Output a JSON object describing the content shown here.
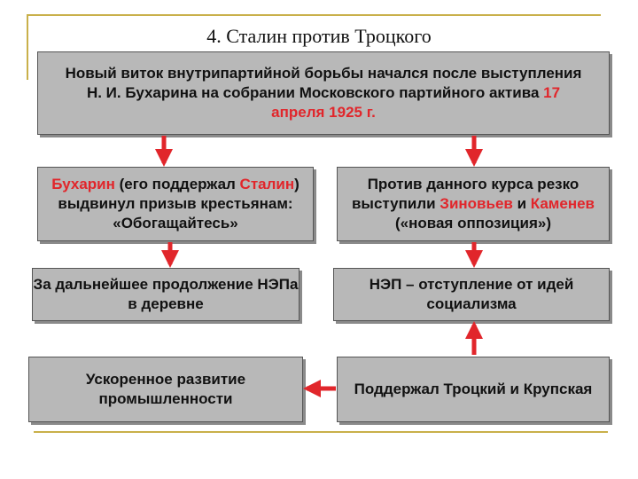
{
  "title": "4. Сталин против Троцкого",
  "top_box": {
    "text_1": "Новый виток внутрипартийной борьбы начался после выступления Н. И. Бухарина на собрании Московского партийного актива ",
    "date": "17 апреля 1925 г."
  },
  "left_box_1": {
    "name_1": "Бухарин",
    "text_1": " (его поддержал ",
    "name_2": "Сталин",
    "text_2": ") выдвинул призыв крестьянам: «Обогащайтесь»"
  },
  "right_box_1": {
    "text_1": "Против данного курса резко выступили ",
    "name_1": "Зиновьев",
    "text_2": " и ",
    "name_2": "Каменев",
    "text_3": " («новая оппозиция»)"
  },
  "left_box_2": {
    "text": "За дальнейшее продолжение НЭПа в деревне"
  },
  "right_box_2": {
    "text": "НЭП – отступление от идей социализма"
  },
  "left_box_3": {
    "text": "Ускоренное развитие промышленности"
  },
  "right_box_3": {
    "text": "Поддержал Троцкий и Крупская"
  },
  "colors": {
    "box_fill": "#b8b8b8",
    "arrow": "#e1262b",
    "highlight_text": "#e1262b",
    "frame_line": "#c9b04a"
  }
}
